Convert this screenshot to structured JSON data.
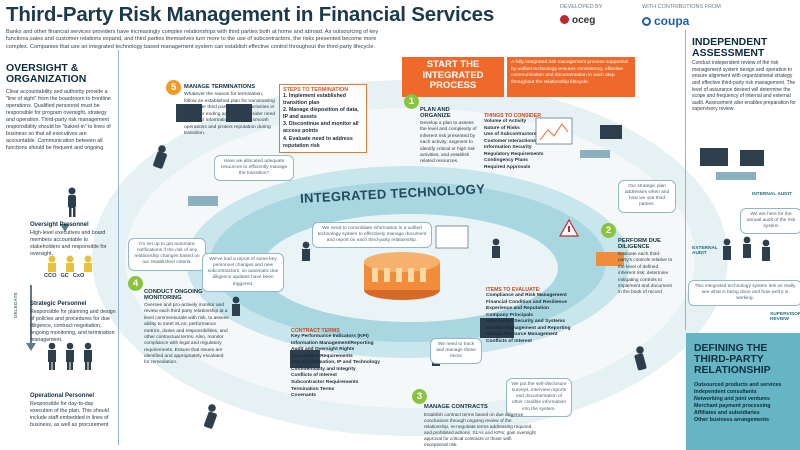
{
  "header": {
    "title": "Third-Party Risk Management in Financial Services",
    "intro": "Banks and other financial services providers have increasingly complex relationships with third parties both at home and abroad. As outsourcing of key functions,sales and customer relations expand, and third parties themselves turn more to the use of subcontractors, the risks presented become more complex. Companies that use an integrated technology based management system can establish effective control throughout the third-party lifecycle.",
    "developed_by": "DEVELOPED BY",
    "oceg": "oceg",
    "contributions": "WITH CONTRIBUTIONS FROM",
    "coupa": "coupa"
  },
  "left": {
    "heading_1": "OVERSIGHT &",
    "heading_2": "ORGANIZATION",
    "body": "Clear accountability and authority provide a \"line of sight\" from the boardroom to frontline operations. Qualified personnel must be responsible for program oversight, strategy and operation. Third-party risk management responsibility should be \"baked-in\" to lines of business so that all executives are accountable. Communication between all functions should be frequent and ongoing.",
    "oversight_title": "Oversight Personnel",
    "oversight_body": "High-level executives and board members accountable to stakeholders and responsible for oversight.",
    "badges": [
      "CCO",
      "GC",
      "CxO"
    ],
    "strategic_title": "Strategic Personnel",
    "strategic_body": "Responsible for planning and design of policies and procedures for due diligence, contract negotiation, ongoing monitoring, and termination management.",
    "delegate": "DELEGATE",
    "operational_title": "Operational Personnel",
    "operational_body": "Responsible for day-to-day execution of the plan. This should include staff embedded in lines of business, as well as procurement"
  },
  "start": {
    "title": "START THE INTEGRATED PROCESS",
    "text": "A fully integrated risk management process supported by unified technology ensures consistency, effective communication and documentation in each step throughout the relationship lifecycle."
  },
  "steps": {
    "s1_num": "1",
    "s1_title": "PLAN AND ORGANIZE",
    "s1_body": "Develop a plan to assess the level and complexity of inherent risk presented by each activity; segment to identify critical or high risk activities, and establish related resources.",
    "s2_num": "2",
    "s2_title": "PERFORM DUE DILIGENCE",
    "s2_body": "Evaluate each third-party's controls relative to the level of defined inherent risk; determine mitigating controls to implement and document in the book of record",
    "s3_num": "3",
    "s3_title": "MANAGE CONTRACTS",
    "s3_body": "Establish contract terms based on due diligence conclusions through ongoing review of the relationship, re-negotiate terms addressing required and prohibited actions, SLAs and KPIs; gain oversight approval for critical contracts or those with exceptional risk.",
    "s4_num": "4",
    "s4_title": "CONDUCT ONGOING MONITORING",
    "s4_body": "Oversee and pro-actively monitor and review each third party relationship at a level commensurate with risk, to assess ability to meet SLAs, performance metrics, duties and responsibilities, and other contractual terms. Also, monitor compliance with legal and regulatory requirements. Ensure that issues are identified and appropriately escalated for remediation.",
    "s5_num": "5",
    "s5_title": "MANAGE TERMINATIONS",
    "s5_body": "Whatever the reason for termination, follow an established plan for transitioning to another third party, bringing activities in house, or ending activities. Consider need to protect information, maintain smooth operations and protect reputation during transition."
  },
  "termination_steps": {
    "title": "STEPS TO TERMINATION",
    "items": [
      "1. Implement established transition plan",
      "2. Manage disposition of data, IP and assets",
      "3. Discontinue and monitor all access points",
      "4. Evaluate need to address reputation risk"
    ]
  },
  "consider": {
    "title": "THINGS TO CONSIDER",
    "items": [
      "Volume of Activity",
      "Nature of Risks",
      "Use of Subcontractors",
      "Customer Interactions",
      "Information Security",
      "Regulatory Requirements",
      "Contingency Plans",
      "Required Approvals"
    ]
  },
  "evaluate": {
    "title": "ITEMS TO EVALUATE:",
    "items": [
      "Compliance and Risk Management",
      "Financial Condition and Resilience",
      "Experience and Reputation",
      "Company Principals",
      "Information Security and Systems",
      "Incident Management and Reporting",
      "Human Resource Management",
      "Conflicts of Interest"
    ]
  },
  "contract_terms": {
    "title": "CONTRACT TERMS",
    "items": [
      "Key Performance Indicators (KPI)",
      "Information Management/Reporting",
      "Audit and Oversight  Rights",
      "Compliance Requirements",
      "Use of Information, IP and Technology",
      "Confidentiality and Integrity",
      "Conflicts of Interest",
      "Subcontractor Requirements",
      "Termination Terms",
      "Covenants"
    ]
  },
  "ring_label": "INTEGRATED TECHNOLOGY",
  "bubbles": {
    "b1": "Have we allocated adequate resources to efficiently manage the transition?",
    "b2": "We need to consolidate information in a unified technology system to effectively manage document and report on each third-party relationship.",
    "b3": "Our strategic plan addresses when and how we use third parties.",
    "b4": "I'm set up to get automatic notifications if the risk of any relationship changes based on our established criteria.",
    "b5": "We've had a report of some key personnel changes and new subcontractors, so automatic due diligence updates have been triggered.",
    "b6": "We need to track and manage these items",
    "b7": "We put the self-disclosure surveys, interview reports and documentation of other credible information into the system."
  },
  "right": {
    "heading_1": "INDEPENDENT",
    "heading_2": "ASSESSMENT",
    "body": "Conduct independent review of the risk management system design and operation to ensure alignment with organizational strategy and effective third-party risk management. The level of assurance desired will determine the scope and frequency of internal and external audit. Assessment also enables preparation for supervisory review.",
    "internal_audit": "INTERNAL AUDIT",
    "ext_bubble": "We are here for the annual audit of the risk system",
    "external_audit": "EXTERNAL AUDIT",
    "sup_bubble": "This integrated technology system lets us really see what is being done and how well it is working.",
    "supervisory_review": "SUPERVISORY REVIEW"
  },
  "define": {
    "heading_1": "DEFINING THE",
    "heading_2": "THIRD-PARTY",
    "heading_3": "RELATIONSHIP",
    "items": [
      "Outsourced products and services",
      "Independent consultants",
      "Networking and joint ventures",
      "Merchant payment processing",
      "Affiliates and subsidiaries",
      "Other business arrangements"
    ]
  },
  "colors": {
    "teal": "#66b5c4",
    "orange": "#ef6a2a",
    "green": "#8ac43f",
    "ring": "#9cd0db",
    "navy": "#1b3a4b"
  }
}
